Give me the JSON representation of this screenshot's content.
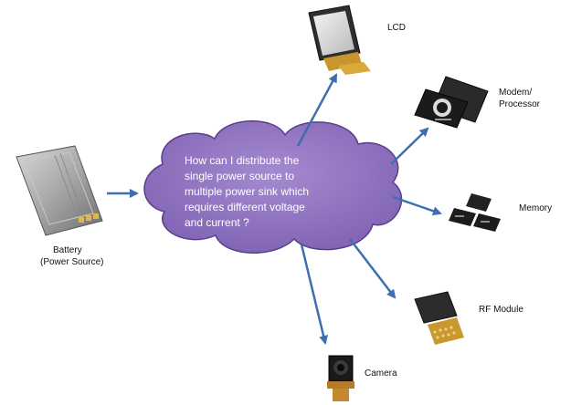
{
  "cloud": {
    "question_lines": [
      "How can I distribute the",
      "single power source to",
      "multiple power sink which",
      "requires different voltage",
      "and current ?"
    ]
  },
  "source": {
    "label_line1": "Battery",
    "label_line2": "(Power Source)"
  },
  "sinks": {
    "lcd": "LCD",
    "modem_line1": "Modem/",
    "modem_line2": "Processor",
    "memory": "Memory",
    "rf": "RF Module",
    "camera": "Camera"
  },
  "colors": {
    "arrow": "#3d6fb0",
    "cloud_fill": "#8c6fb8",
    "cloud_stroke": "#5a3e8c"
  }
}
